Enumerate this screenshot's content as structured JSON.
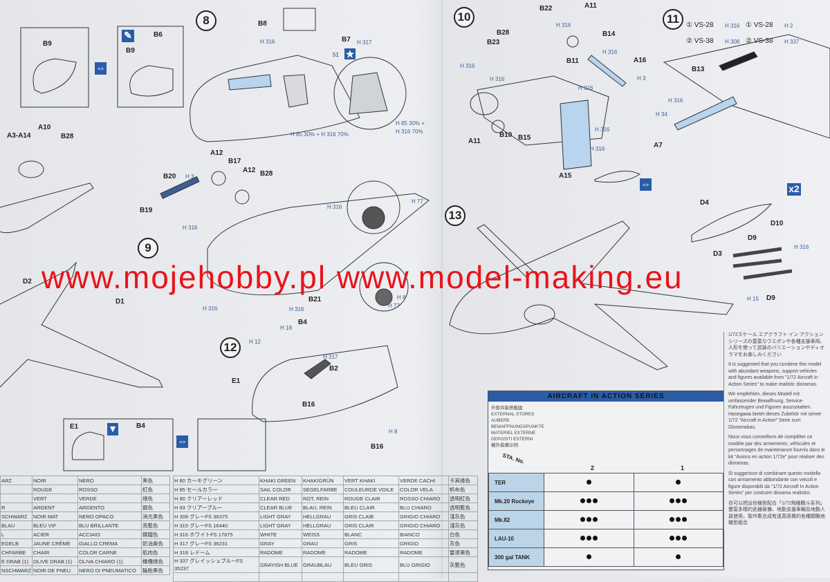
{
  "steps": [
    "8",
    "9",
    "10",
    "11",
    "12",
    "13"
  ],
  "watermark": "www.mojehobby.pl www.model-making.eu",
  "badges": {
    "times_two": "x2"
  },
  "step8": {
    "b9a": "B9",
    "b6": "B6",
    "b9b": "B9",
    "b8": "B8",
    "h316": "H 316",
    "b7": "B7",
    "h317": "H 317",
    "decal": "51",
    "mix1": "H 85 30% + H 316 70%",
    "mix2a": "H 85 30% +",
    "mix2b": "H 316 70%"
  },
  "left_parts": {
    "a3": "A3-A14",
    "a10": "A10",
    "b28": "B28",
    "d2": "D2",
    "d1": "D1",
    "e1": "E1",
    "b4": "B4"
  },
  "step9": {
    "a12a": "A12",
    "b17": "B17",
    "a12b": "A12",
    "b28": "B28",
    "b20": "B20",
    "h3": "H 3",
    "b19": "B19",
    "h316a": "H 316",
    "h316b": "H 316",
    "h77a": "H 77",
    "h316c": "H 316",
    "b21": "B21",
    "h316d": "H 316",
    "h8": "H 8",
    "h77b": "H 77"
  },
  "step10": {
    "b22": "B22",
    "a11a": "A11",
    "b28": "B28",
    "b14": "B14",
    "b23": "B23",
    "h316a": "H 316",
    "h316b": "H 316",
    "h316c": "H 316",
    "b11": "B11",
    "a16": "A16",
    "h3": "H 3",
    "h316d": "H 316",
    "h316e": "H 316",
    "b10": "B10",
    "b15": "B15",
    "h316f": "H 316",
    "a11b": "A11",
    "h316g": "H 316",
    "a15": "A15"
  },
  "step11": {
    "vs28a": "① VS-28",
    "h316": "H 316",
    "vs28b": "① VS-28",
    "h2": "H 2",
    "vs38a": "② VS-38",
    "h308": "H 308",
    "vs38b": "② VS-38",
    "h337": "H 337",
    "b13": "B13",
    "h316b": "H 316",
    "h34": "H 34",
    "a7": "A7"
  },
  "step12": {
    "b4": "B4",
    "h18": "H 18",
    "h12": "H 12",
    "h317": "H 317",
    "b2": "B2",
    "e1": "E1",
    "b16a": "B16",
    "h8": "H 8",
    "b16b": "B16"
  },
  "step13": {
    "d4": "D4",
    "d10": "D10",
    "d9a": "D9",
    "h316": "H 316",
    "d3": "D3",
    "d9b": "D9",
    "h15": "H 15"
  },
  "color_table_left": [
    [
      "ARZ",
      "NOIR",
      "NERO",
      "黑色"
    ],
    [
      "",
      "ROUGE",
      "ROSSO",
      "紅色"
    ],
    [
      "",
      "VERT",
      "VERDE",
      "綠色"
    ],
    [
      "R",
      "ARGENT",
      "ARGENTO",
      "銀色"
    ],
    [
      "SCHWARZ",
      "NOIR MAT",
      "NERO OPACO",
      "消光黑色"
    ],
    [
      "BLAU",
      "BLEU VIF",
      "BLU BRILLANTE",
      "亮藍色"
    ],
    [
      "L",
      "ACIER",
      "ACCIAIO",
      "鋼鐵色"
    ],
    [
      "EGELB",
      "JAUNE CRÈME",
      "GIALLO CREMA",
      "奶油黃色"
    ],
    [
      "CHFARBE",
      "CHAIR",
      "COLOR CARNE",
      "肌肉色"
    ],
    [
      "E DRAB (1)",
      "OLIVE DRAB (1)",
      "OLIVA CHIARO (1)",
      "橄欖綠色"
    ],
    [
      "NSCHWARZ",
      "NOIR DE PNEU",
      "NERO DI PNEUMATICO",
      "輪胎黑色"
    ]
  ],
  "color_table_right": [
    [
      "H 80 カーキグリーン",
      "KHAKI GREEN",
      "KHAKIGRÜN",
      "VERT KHAKI",
      "VERDE CACHI",
      "卡其綠色"
    ],
    [
      "H 85 セールカラー",
      "SAIL COLOR",
      "SEGELFARBE",
      "COULEURDE VOILE",
      "COLOR VELA",
      "帆布色"
    ],
    [
      "H 90 クリアーレッド",
      "CLEAR RED",
      "ROT, REIN",
      "ROUGE CLAIR",
      "ROSSO CHIARO",
      "透明紅色"
    ],
    [
      "H 93 クリアーブルー",
      "CLEAR BLUE",
      "BLAU, REIN",
      "BLEU CLAIR",
      "BLU CHIARO",
      "透明藍色"
    ],
    [
      "H 308 グレーFS 36375",
      "LIGHT GRAY",
      "HELLGRAU",
      "GRIS CLAIB",
      "GRIGIO CHIARO",
      "淺灰色"
    ],
    [
      "H 315 グレーFS 16440",
      "LIGHT GRAY",
      "HELLGRAU",
      "GRIS CLAIR",
      "GRIGIO CHIARO",
      "淺灰色"
    ],
    [
      "H 316 ホワイトFS 17875",
      "WHITE",
      "WEISS",
      "BLANC",
      "BIANCO",
      "白色"
    ],
    [
      "H 317 グレーFS 36231",
      "GRAY",
      "GRAU",
      "GRIS",
      "GRIGIO",
      "灰色"
    ],
    [
      "H 318 レドーム",
      "RADOME",
      "RADOME",
      "RADOME",
      "RADOME",
      "雷達罩色"
    ],
    [
      "H 337 グレイッシュブルーFS 35237",
      "GRAYISH BLUE",
      "GRAUBLAU",
      "BLEU GRIS",
      "BLU GRIGIO",
      "灰藍色"
    ]
  ],
  "aircraft_in_action": {
    "title": "AIRCRAFT IN ACTION SERIES",
    "langs": [
      "外部兵裝搭載図",
      "EXTERNAL STORES",
      "AUBERE",
      "BEWAFFNUNGSPUNKTE",
      "MATERIEL EXTERNE",
      "DEPOSITI ESTERNI",
      "機外裝備示例"
    ],
    "sta_label": "STA. No.",
    "stations": [
      "2",
      "1"
    ],
    "rows": [
      {
        "name": "TER",
        "sta2": 1,
        "sta1": 1
      },
      {
        "name": "Mk.20 Rockeye",
        "sta2": 3,
        "sta1": 3
      },
      {
        "name": "Mk.82",
        "sta2": 3,
        "sta1": 3
      },
      {
        "name": "LAU-10",
        "sta2": 3,
        "sta1": 3
      },
      {
        "name": "300 gal TANK",
        "sta2": 1,
        "sta1": 1
      }
    ]
  },
  "diorama_text": [
    "1/72スケール エアクラフト イン アクションシリーズの豊富なウエポンや各種支援車両、人形を使って武装のバリエーションやディオラマをお楽しみください",
    "It is suggested that you combine this model with abundant weapons, support vehicles and figures available from \"1/72 Aircraft In Action Series\" to make realistic dioramas.",
    "Wir empfehlen, dieses Modell mit umfassender Bewaffnung, Service-Fahrzeugen und Figuren auszustatten. Hasegawa bietet dieses Zubehör mit seiner 1/72 \"Aircraft in Action\" Serie zum Dioramabau.",
    "Nous vous conseillons de compléter ce modèle par des armements, véhicules et personnages de maintenance fournis dans le kit \"Avions en action 1/72e\" pour réaliser des dioramas.",
    "Si suggerisce di combinare questo modello con armamento abbondante con veicoli e figure disponibili da \"1/72 Aircraft In Action Series\" per costruire diorama realistici.",
    "亦可以把這份機型配合「1/72飛機戰斗系列」豐富多樣的武器裝備、地勤支援車輛及地勤人員使用，製作集合成有遠真感覺的各種類戰地機型組合"
  ],
  "colors": {
    "accent_blue": "#2a5ca8",
    "watermark_red": "#e8141a",
    "paint_blue": "#b8d4ee"
  }
}
